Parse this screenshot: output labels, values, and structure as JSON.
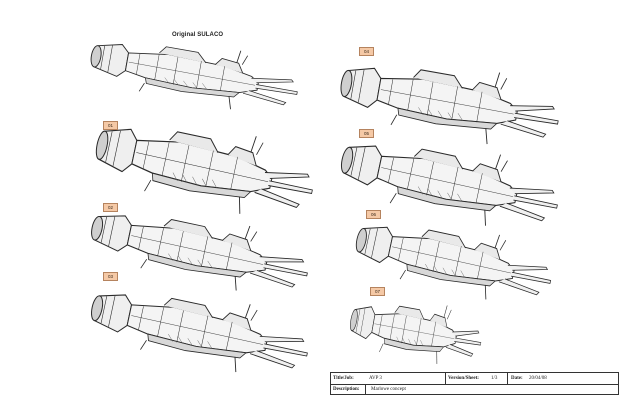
{
  "sheet": {
    "caption": "Original SULACO",
    "variants": [
      "01",
      "02",
      "03",
      "04",
      "05",
      "06",
      "07"
    ]
  },
  "title_block": {
    "title_job_label": "Title/Job:",
    "title_job_value": "AVP 3",
    "version_sheet_label": "Version/Sheet:",
    "version_sheet_value": "1/3",
    "date_label": "Date:",
    "date_value": "20/04/08",
    "description_label": "Description:",
    "description_value": "Marlowe concept"
  },
  "colors": {
    "tag_fill": "#f5c9a6",
    "ink": "#2a2a2a",
    "shade": "#d8d8d8"
  }
}
